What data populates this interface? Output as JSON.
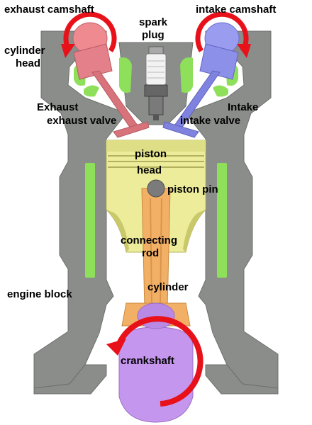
{
  "labels": {
    "exhaust_camshaft": "exhaust camshaft",
    "intake_camshaft": "intake camshaft",
    "spark_plug_line1": "spark",
    "spark_plug_line2": "plug",
    "cylinder_head_line1": "cylinder",
    "cylinder_head_line2": "head",
    "exhaust": "Exhaust",
    "exhaust_valve": "exhaust valve",
    "intake": "Intake",
    "intake_valve": "intake valve",
    "piston_head_line1": "piston",
    "piston_head_line2": "head",
    "piston_pin": "piston pin",
    "connecting_rod_line1": "connecting",
    "connecting_rod_line2": "rod",
    "cylinder": "cylinder",
    "engine_block": "engine block",
    "crankshaft": "crankshaft"
  },
  "colors": {
    "block": "#8a8d8a",
    "block_dark": "#6d706d",
    "coolant": "#8ee05a",
    "exhaust_cam": "#ee8a90",
    "exhaust_valve": "#d9737b",
    "intake_cam": "#9a9cf0",
    "intake_valve": "#7f82de",
    "piston": "#ecec9a",
    "piston_shadow": "#c9c86a",
    "rod": "#f2b066",
    "crank": "#c596ee",
    "rotation_arrow": "#e8111a"
  }
}
